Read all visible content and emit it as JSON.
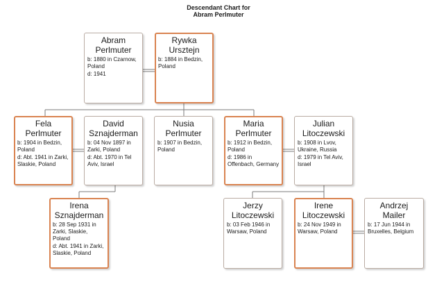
{
  "title": {
    "line1": "Descendant Chart for",
    "line2": "Abram Perlmuter"
  },
  "people": {
    "abram": {
      "name": [
        "Abram",
        "Perlmuter"
      ],
      "facts": [
        "b: 1880 in Czarnow, Poland",
        "d: 1941"
      ]
    },
    "rywka": {
      "name": [
        "Rywka",
        "Ursztejn"
      ],
      "facts": [
        "b: 1884 in Bedzin, Poland"
      ]
    },
    "fela": {
      "name": [
        "Fela",
        "Perlmuter"
      ],
      "facts": [
        "b: 1904 in Bedzin, Poland",
        "d: Abt. 1941 in Zarki, Slaskie, Poland"
      ]
    },
    "david": {
      "name": [
        "David",
        "Sznajderman"
      ],
      "facts": [
        "b: 04 Nov 1897 in Zarki, Poland",
        "d: Abt. 1970 in Tel Aviv, Israel"
      ]
    },
    "nusia": {
      "name": [
        "Nusia",
        "Perlmuter"
      ],
      "facts": [
        "b: 1907 in Bedzin, Poland"
      ]
    },
    "maria": {
      "name": [
        "Maria",
        "Perlmuter"
      ],
      "facts": [
        "b: 1912 in Bedzin, Poland",
        "d: 1986 in Offenbach, Germany"
      ]
    },
    "julian": {
      "name": [
        "Julian",
        "Litoczewski"
      ],
      "facts": [
        "b: 1908 in Lvov, Ukraine, Russia",
        "d: 1979 in Tel Aviv, Israel"
      ]
    },
    "irena": {
      "name": [
        "Irena",
        "Sznajderman"
      ],
      "facts": [
        "b: 28 Sep 1931 in Zarki, Slaskie, Poland",
        "d: Abt. 1941 in Zarki, Slaskie, Poland"
      ]
    },
    "jerzy": {
      "name": [
        "Jerzy",
        "Litoczewski"
      ],
      "facts": [
        "b: 03 Feb 1946 in Warsaw, Poland"
      ]
    },
    "irene": {
      "name": [
        "Irene",
        "Litoczewski"
      ],
      "facts": [
        "b: 24 Nov 1949 in Warsaw, Poland"
      ]
    },
    "andrzej": {
      "name": [
        "Andrzej",
        "Mailer"
      ],
      "facts": [
        "b: 17 Jun 1944 in Bruxelles, Belgium"
      ]
    }
  },
  "colors": {
    "highlight_border": "#d9824f",
    "normal_border": "#b9aba2",
    "connector": "#7a7a7a"
  }
}
